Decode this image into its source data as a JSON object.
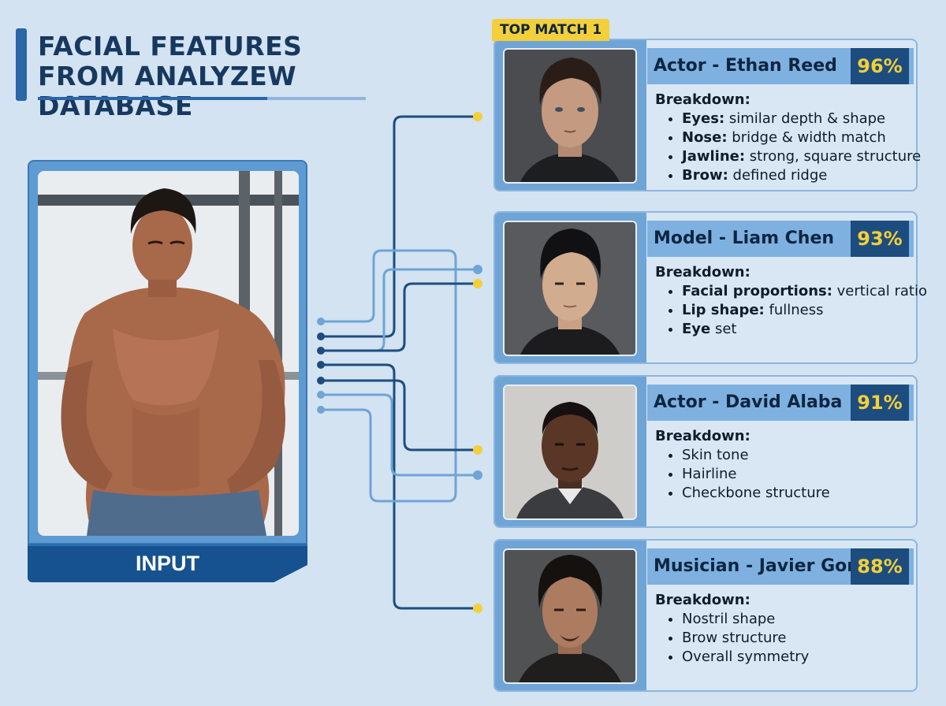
{
  "header": {
    "title": "FACIAL FEATURES FROM ANALYZEW DATABASE"
  },
  "input": {
    "label": "INPUT"
  },
  "top_match_tag": "TOP MATCH 1",
  "colors": {
    "accent_dark": "#16528f",
    "accent_light": "#7eb1e0",
    "score_text": "#f3cf3a",
    "connector_dark": "#1d4d7f",
    "connector_light": "#6fa4d6",
    "connector_dot": "#f3cf3a"
  },
  "matches": [
    {
      "name": "Actor - Ethan Reed",
      "score": "96%",
      "breakdown_title": "Breakdown:",
      "features": [
        {
          "label": "Eyes:",
          "detail": " similar depth & shape"
        },
        {
          "label": "Nose:",
          "detail": " bridge & width match"
        },
        {
          "label": "Jawline:",
          "detail": " strong, square structure"
        },
        {
          "label": "Brow:",
          "detail": " defined ridge"
        }
      ]
    },
    {
      "name": "Model - Liam Chen",
      "score": "93%",
      "breakdown_title": "Breakdown:",
      "features": [
        {
          "label": "Facial proportions:",
          "detail": " vertical ratio"
        },
        {
          "label": "Lip shape:",
          "detail": " fullness"
        },
        {
          "label": "Eye",
          "detail": " set"
        }
      ]
    },
    {
      "name": "Actor - David Alaba",
      "score": "91%",
      "breakdown_title": "Breakdown:",
      "features": [
        {
          "label": "",
          "detail": "Skin tone"
        },
        {
          "label": "",
          "detail": "Hairline"
        },
        {
          "label": "",
          "detail": "Checkbone structure"
        }
      ]
    },
    {
      "name": "Musician - Javier Gomez",
      "score": "88%",
      "breakdown_title": "Breakdown:",
      "features": [
        {
          "label": "",
          "detail": "Nostril shape"
        },
        {
          "label": "",
          "detail": "Brow structure"
        },
        {
          "label": "",
          "detail": "Overall symmetry"
        }
      ]
    }
  ]
}
